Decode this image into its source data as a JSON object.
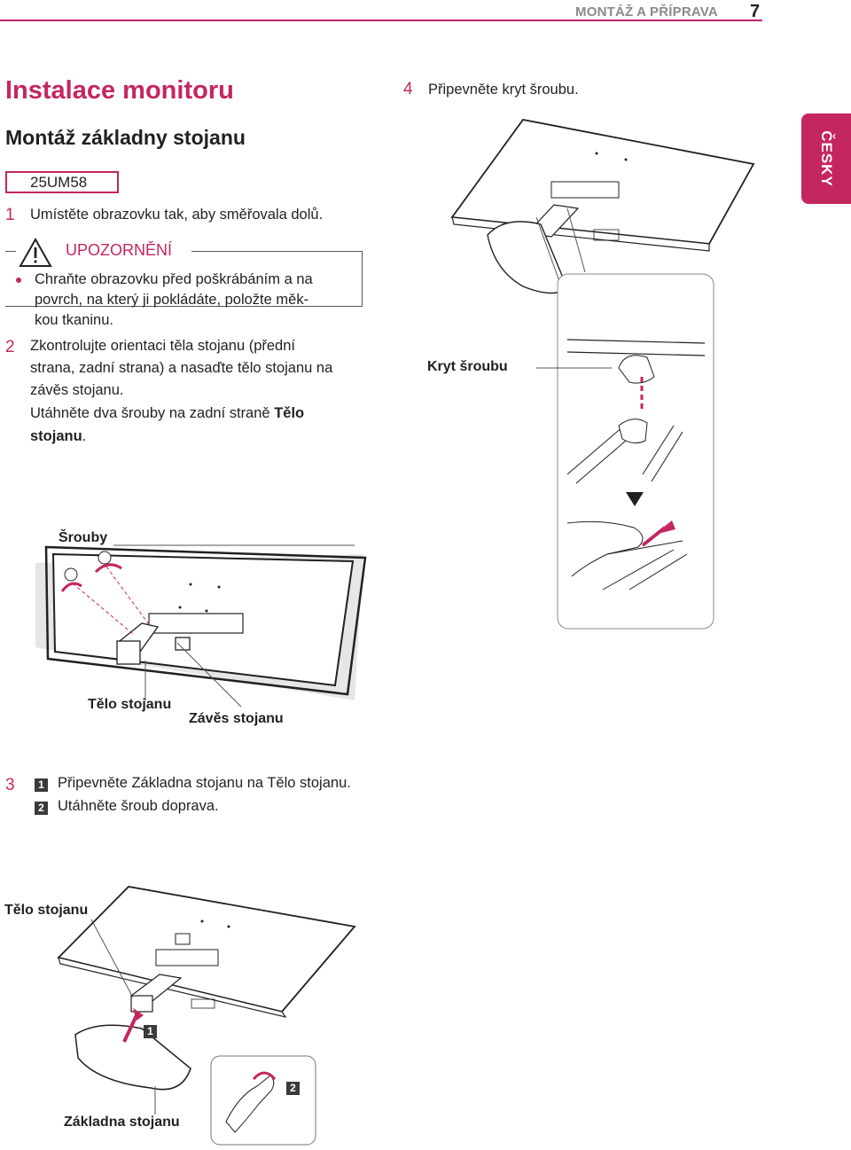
{
  "header": {
    "section": "MONTÁŽ A PŘÍPRAVA",
    "page_number": "7"
  },
  "language_tab": "ČESKY",
  "title": "Instalace monitoru",
  "subtitle": "Montáž základny stojanu",
  "model": "25UM58",
  "steps": {
    "s1": {
      "num": "1",
      "text": "Umístěte obrazovku tak, aby směřovala dolů."
    },
    "caution": {
      "title": "UPOZORNĚNÍ",
      "lines": [
        "Chraňte obrazovku před poškrábáním a na",
        "povrch, na který ji pokládáte, položte měk-",
        "kou tkaninu."
      ]
    },
    "s2": {
      "num": "2",
      "lines": [
        "Zkontrolujte orientaci těla stojanu (přední",
        "strana, zadní strana) a nasaďte tělo stojanu na",
        "závěs stojanu."
      ],
      "line4": "Utáhněte dva šrouby na zadní straně ",
      "line4_bold": "Tělo",
      "line5_bold": "stojanu",
      "line5_end": "."
    },
    "s3": {
      "num": "3",
      "sub": [
        {
          "badge": "1",
          "text": "Připevněte Základna stojanu na Tělo stojanu."
        },
        {
          "badge": "2",
          "text": "Utáhněte šroub doprava."
        }
      ]
    },
    "s4": {
      "num": "4",
      "text": "Připevněte kryt šroubu."
    }
  },
  "labels": {
    "screws": "Šrouby",
    "stand_body": "Tělo stojanu",
    "stand_hinge": "Závěs stojanu",
    "screw_cover": "Kryt šroubu",
    "stand_body_2": "Tělo stojanu",
    "stand_base": "Základna stojanu",
    "badge1": "1",
    "badge2": "2"
  },
  "colors": {
    "accent": "#c4265f",
    "text": "#231f20",
    "header_gray": "#8a8a8a"
  }
}
